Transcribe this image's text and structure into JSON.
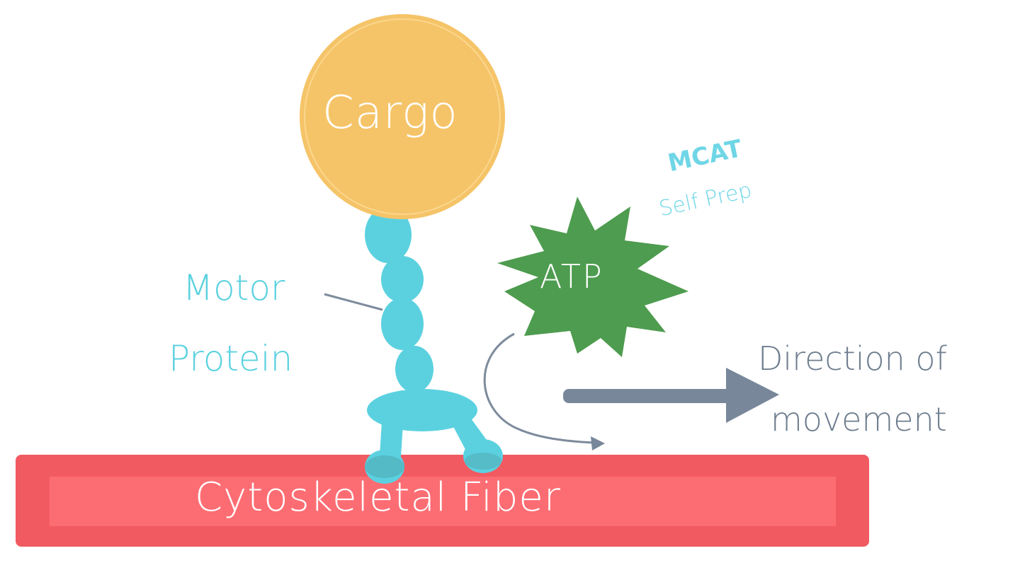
{
  "colors": {
    "cargo": "#F5C468",
    "motor_protein": "#5BD1E0",
    "atp": "#4E9C4F",
    "fiber": "#F25A61",
    "fiber_inner": "#FF7075",
    "arrow": "#78879A",
    "text_gray": "#6E7D8E",
    "watermark": "#6FD6E6"
  },
  "labels": {
    "cargo": "Cargo",
    "motor_line1": "Motor",
    "motor_line2": "Protein",
    "atp": "ATP",
    "direction_line1": "Direction of",
    "direction_line2": "movement",
    "fiber": "Cytoskeletal Fiber"
  },
  "watermark": {
    "line1": "MCAT",
    "line2": "Self Prep"
  }
}
